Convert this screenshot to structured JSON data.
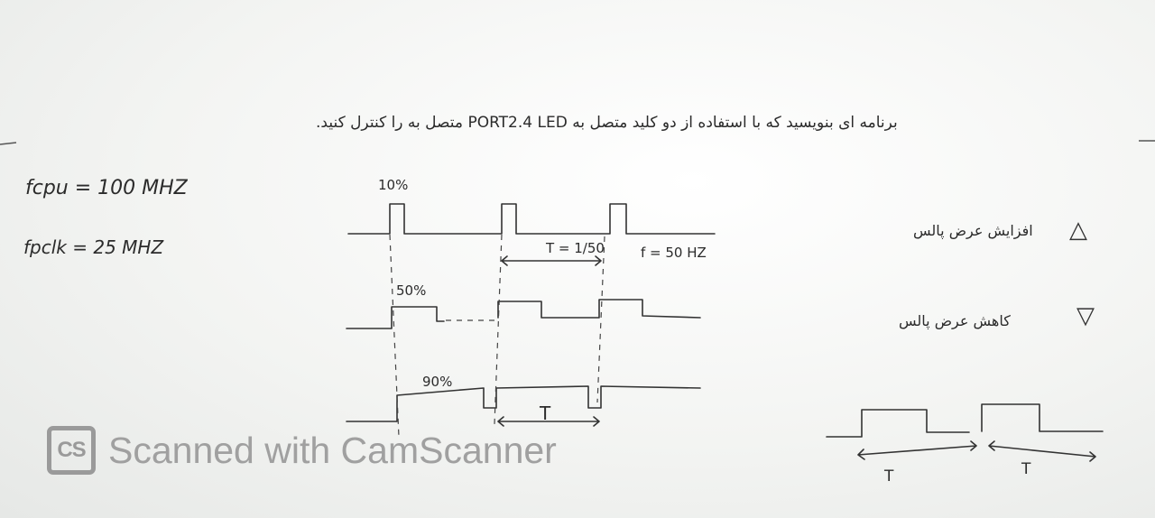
{
  "board": {
    "task_text_part1": "برنامه ای بنویسید که با استفاده از دو کلید متصل به",
    "task_port": "PORT2.4",
    "task_text_part2": "LED متصل به",
    "task_text_part3": "را کنترل کنید.",
    "fcpu": "fcpu = 100 MHZ",
    "fpclk": "fpclk = 25 MHZ",
    "duty_10": "10%",
    "duty_50": "50%",
    "duty_90": "90%",
    "period": "T = 1/50",
    "frequency": "f = 50 HZ",
    "increase_label": "افزایش عرض پالس",
    "decrease_label": "کاهش عرض پالس",
    "increase_icon": "triangle-up-icon",
    "decrease_icon": "triangle-down-icon",
    "period_bottom": "T",
    "period_left": "T",
    "period_right": "T"
  },
  "watermark": {
    "logo_text": "CS",
    "text": "Scanned with CamScanner"
  }
}
